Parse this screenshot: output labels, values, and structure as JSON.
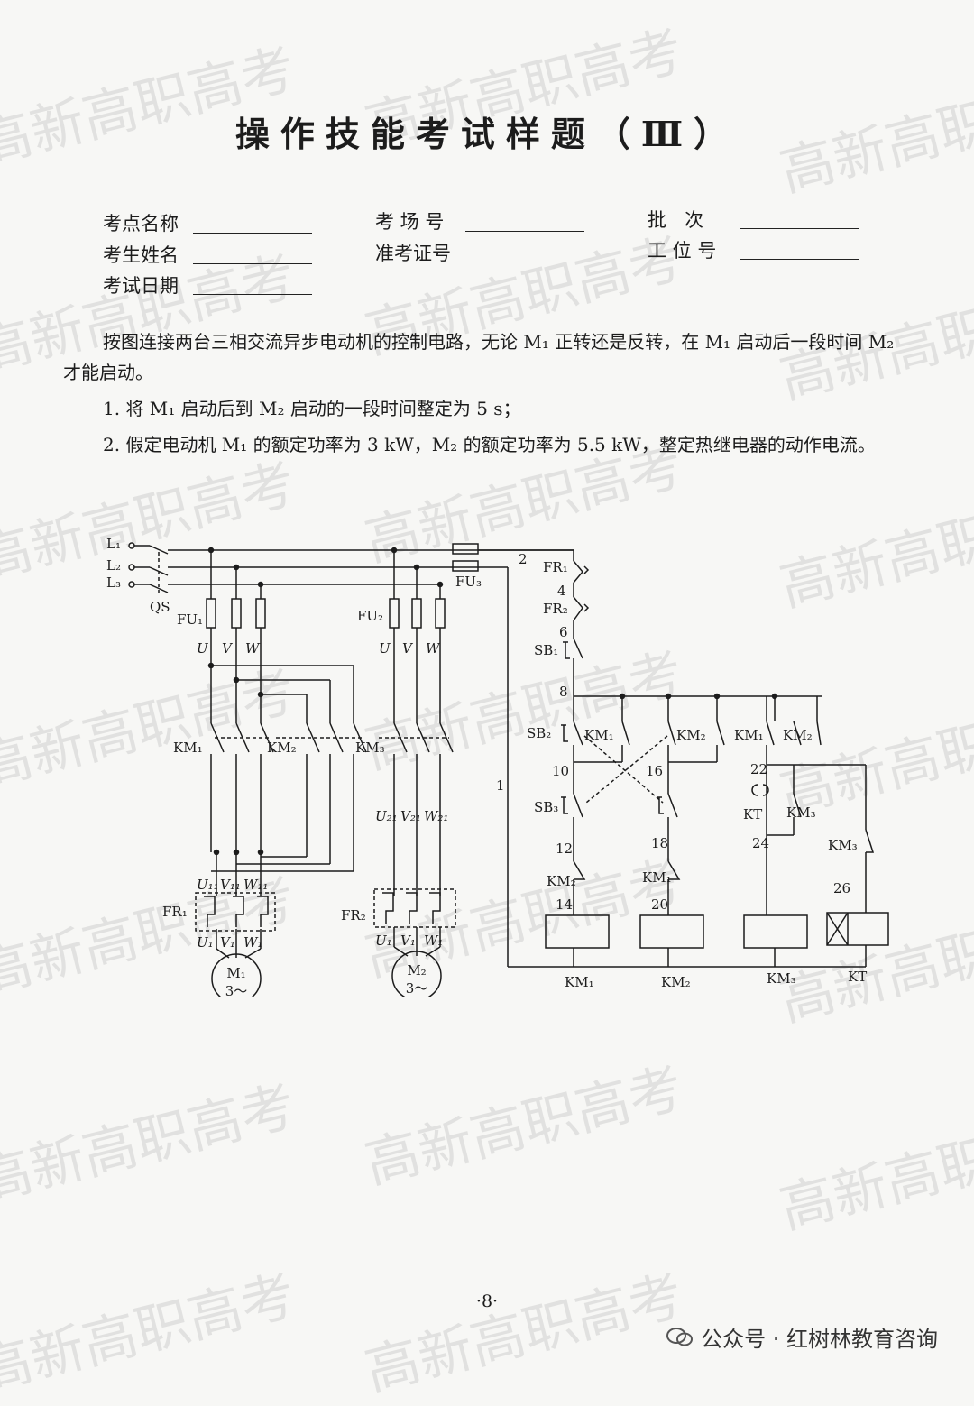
{
  "watermark": "高新高职高考",
  "title": "操作技能考试样题（Ⅲ）",
  "form": {
    "exam_site": "考点名称",
    "room_no": "考 场 号",
    "batch": "批   次",
    "name": "考生姓名",
    "ticket": "准考证号",
    "station": "工 位 号",
    "date": "考试日期"
  },
  "task": {
    "intro": "按图连接两台三相交流异步电动机的控制电路，无论 M₁ 正转还是反转，在 M₁ 启动后一段时间 M₂ 才能启动。",
    "item1": "1. 将 M₁ 启动后到 M₂ 启动的一段时间整定为 5 s；",
    "item2": "2. 假定电动机 M₁ 的额定功率为 3 kW，M₂ 的额定功率为 5.5 kW，整定热继电器的动作电流。"
  },
  "diagram": {
    "L1": "L₁",
    "L2": "L₂",
    "L3": "L₃",
    "QS": "QS",
    "FU1": "FU₁",
    "FU2": "FU₂",
    "FU3": "FU₃",
    "U": "U",
    "V": "V",
    "W": "W",
    "KM1": "KM₁",
    "KM2": "KM₂",
    "KM3": "KM₃",
    "FR1": "FR₁",
    "FR2": "FR₂",
    "U11": "U₁₁",
    "V11": "V₁₁",
    "W11": "W₁₁",
    "U21": "U₂₁",
    "V21": "V₂₁",
    "W21": "W₂₁",
    "U1": "U₁",
    "V1": "V₁",
    "W1": "W₁",
    "M1": "M₁",
    "M2": "M₂",
    "phase": "3～",
    "SB1": "SB₁",
    "SB2": "SB₂",
    "SB3": "SB₃",
    "KT": "KT",
    "n1": "1",
    "n2": "2",
    "n4": "4",
    "n6": "6",
    "n8": "8",
    "n10": "10",
    "n12": "12",
    "n14": "14",
    "n16": "16",
    "n18": "18",
    "n20": "20",
    "n22": "22",
    "n24": "24",
    "n26": "26"
  },
  "page_number": "·8·",
  "footer": "公众号 · 红树林教育咨询"
}
